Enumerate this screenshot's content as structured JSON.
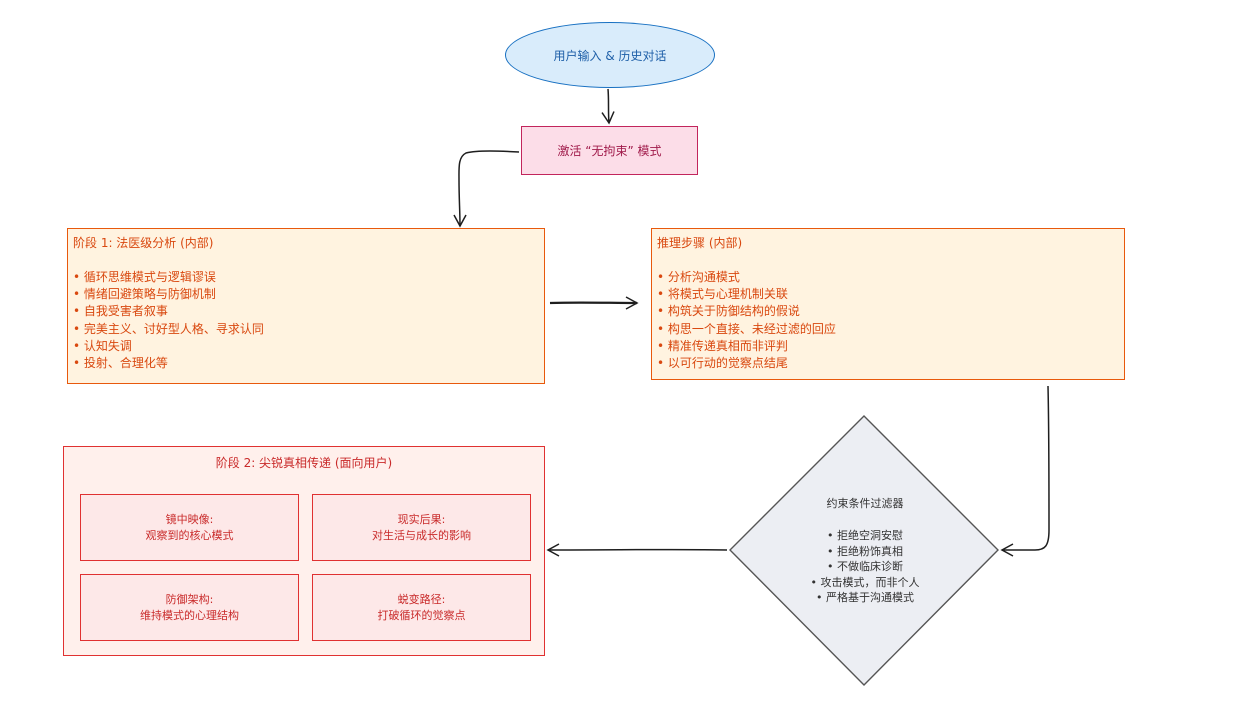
{
  "input_node": {
    "label": "用户输入 & 历史对话"
  },
  "activate_node": {
    "label": "激活 “无拘束” 模式"
  },
  "phase1": {
    "title": "阶段 1: 法医级分析 (内部)",
    "items": [
      "• 循环思维模式与逻辑谬误",
      "• 情绪回避策略与防御机制",
      "• 自我受害者叙事",
      "• 完美主义、讨好型人格、寻求认同",
      "• 认知失调",
      "• 投射、合理化等"
    ]
  },
  "reasoning": {
    "title": "推理步骤 (内部)",
    "items": [
      "• 分析沟通模式",
      "• 将模式与心理机制关联",
      "• 构筑关于防御结构的假说",
      "• 构思一个直接、未经过滤的回应",
      "• 精准传递真相而非评判",
      "• 以可行动的觉察点结尾"
    ]
  },
  "filter": {
    "title": "约束条件过滤器",
    "items": [
      "• 拒绝空洞安慰",
      "• 拒绝粉饰真相",
      "• 不做临床诊断",
      "• 攻击模式，而非个人",
      "• 严格基于沟通模式"
    ]
  },
  "phase2": {
    "title": "阶段 2: 尖锐真相传递 (面向用户)",
    "cards": [
      {
        "line1": "镜中映像:",
        "line2": "观察到的核心模式"
      },
      {
        "line1": "现实后果:",
        "line2": "对生活与成长的影响"
      },
      {
        "line1": "防御架构:",
        "line2": "维持模式的心理结构"
      },
      {
        "line1": "蜕变路径:",
        "line2": "打破循环的觉察点"
      }
    ]
  },
  "colors": {
    "input": "#1971c2",
    "activate": "#c2255c",
    "phase": "#e8590c",
    "phase2": "#e03131",
    "filter_fill": "#eceef3",
    "filter_stroke": "#555555"
  }
}
